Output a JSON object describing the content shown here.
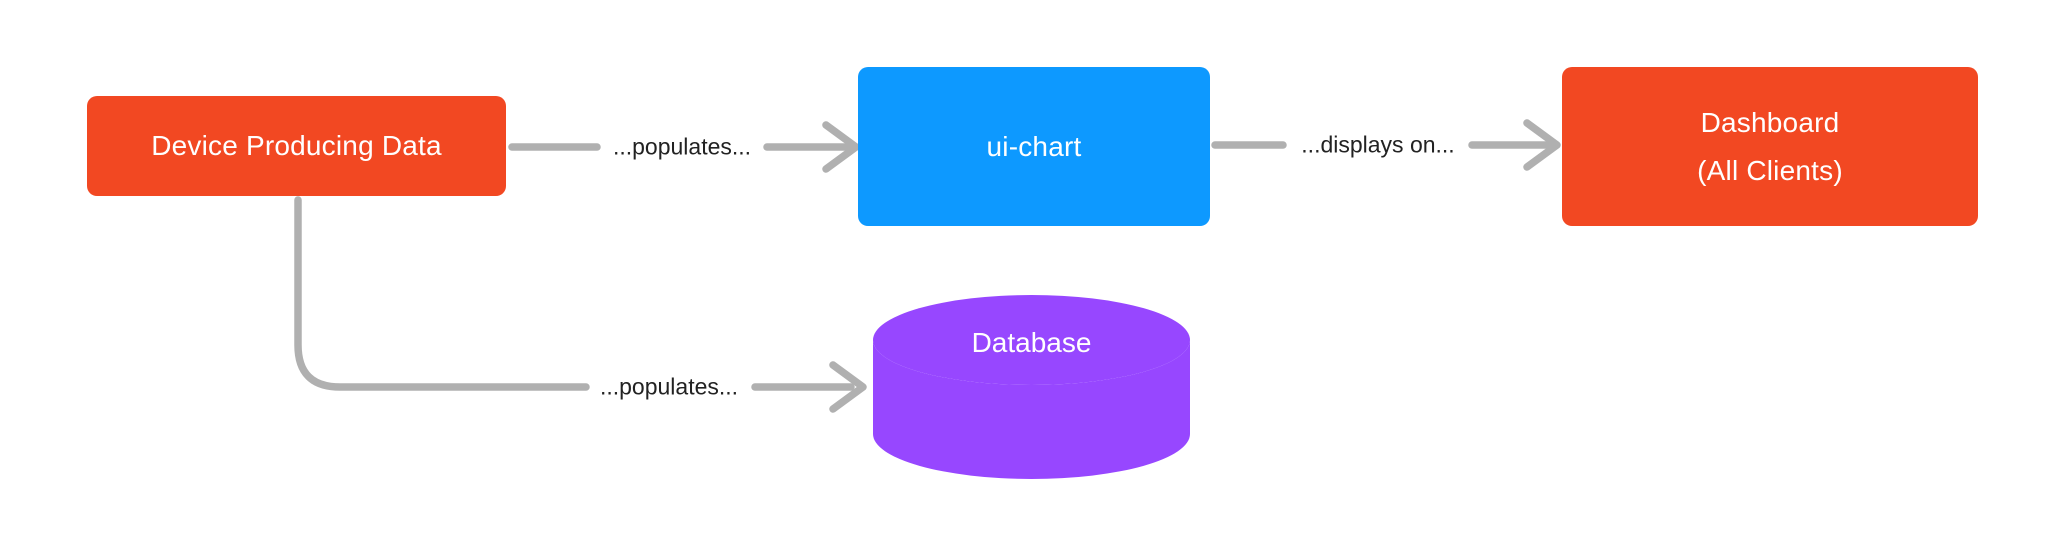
{
  "diagram": {
    "description": "flow diagram"
  },
  "colors": {
    "background": "#FFFFFF",
    "node_red": "#F24822",
    "node_blue": "#0D99FF",
    "node_violet": "#9747FF",
    "node_text": "#FFFFFF",
    "connector": "#B0B0B0",
    "edge_label_text": "#222222",
    "cylinder_divider": "#FFFFFF"
  },
  "nodes": {
    "device": {
      "label": "Device Producing Data",
      "shape": "rounded-rectangle",
      "fill": "#F24822"
    },
    "ui_chart": {
      "label": "ui-chart",
      "shape": "rounded-rectangle",
      "fill": "#0D99FF"
    },
    "dashboard": {
      "lines": [
        "Dashboard",
        "(All Clients)"
      ],
      "shape": "rounded-rectangle",
      "fill": "#F24822"
    },
    "database": {
      "label": "Database",
      "shape": "cylinder",
      "fill": "#9747FF"
    }
  },
  "edges": [
    {
      "from": "device",
      "to": "ui_chart",
      "label": "...populates..."
    },
    {
      "from": "ui_chart",
      "to": "dashboard",
      "label": "...displays on..."
    },
    {
      "from": "device",
      "to": "database",
      "label": "...populates..."
    }
  ]
}
